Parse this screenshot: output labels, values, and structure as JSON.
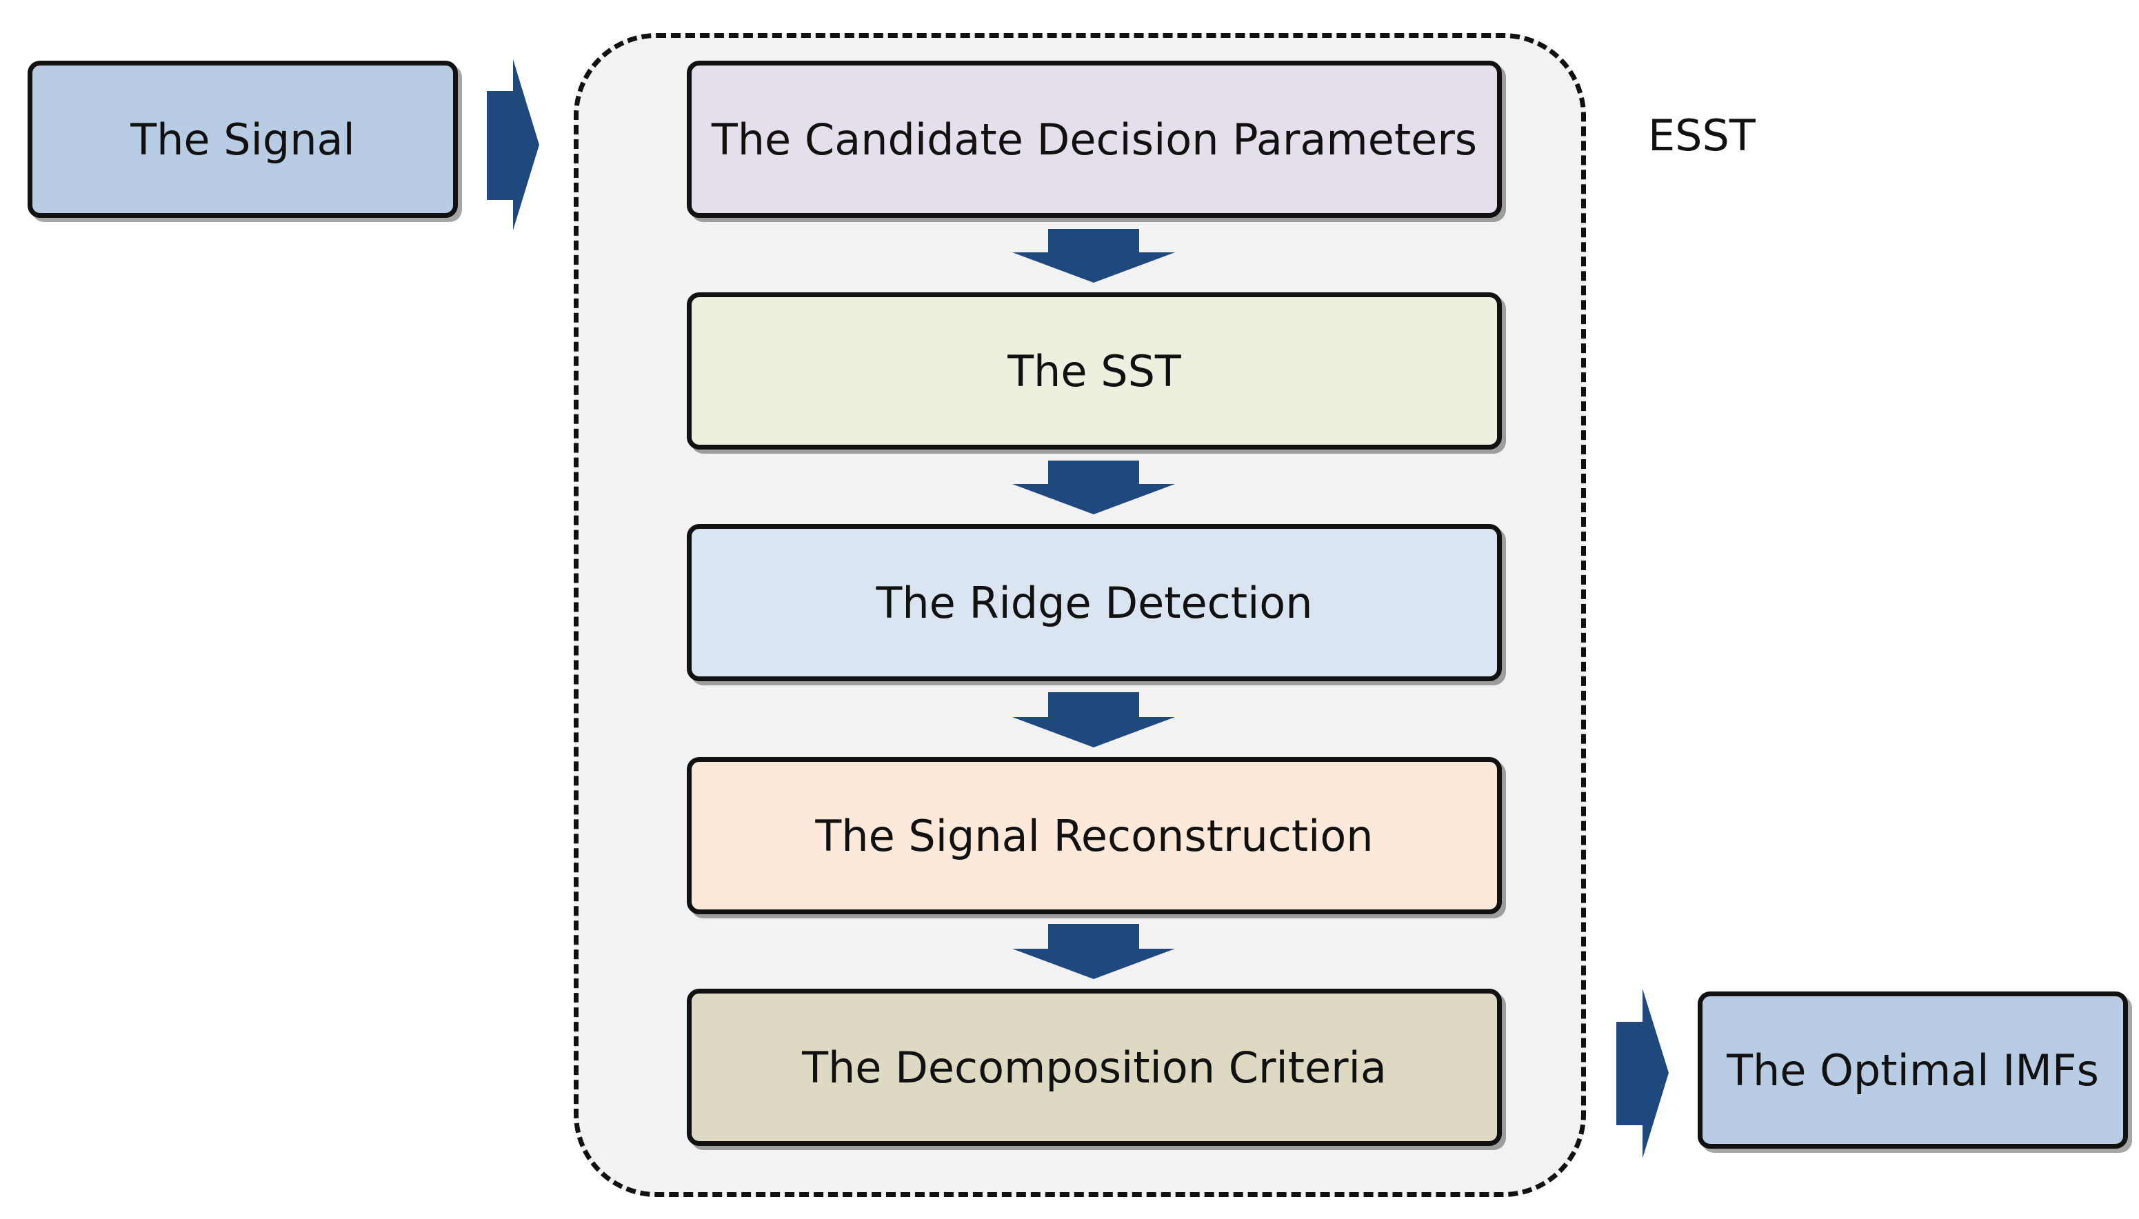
{
  "input": {
    "label": "The Signal",
    "color": "#b8cce4"
  },
  "container": {
    "label": "ESST",
    "fill": "#f2f2f2"
  },
  "steps": [
    {
      "label": "The Candidate Decision Parameters",
      "color": "#e5dfec"
    },
    {
      "label": "The SST",
      "color": "#ebf1de"
    },
    {
      "label": "The Ridge Detection",
      "color": "#dbe5f1"
    },
    {
      "label": "The Signal Reconstruction",
      "color": "#fde9d9"
    },
    {
      "label": "The Decomposition Criteria",
      "color": "#ddd9c3"
    }
  ],
  "output": {
    "label": "The Optimal IMFs",
    "color": "#b8cce4"
  },
  "arrow_color": "#1f497d"
}
